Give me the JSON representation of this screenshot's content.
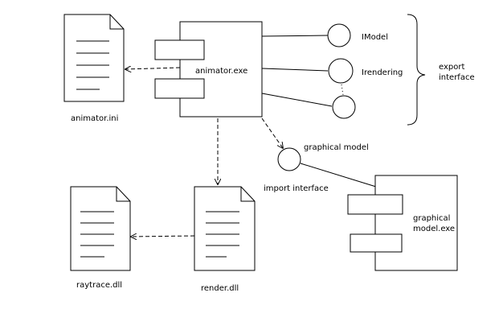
{
  "diagram": {
    "components": {
      "animator": "animator.exe",
      "graphical_model_exe": [
        "graphical",
        "model.exe"
      ]
    },
    "files": {
      "animator_ini": "animator.ini",
      "raytrace": "raytrace.dll",
      "render": "render.dll"
    },
    "interfaces": {
      "imodel": "IModel",
      "irendering": "Irendering",
      "graphical_model": "graphical model"
    },
    "labels": {
      "export_interface": [
        "export",
        "interface"
      ],
      "import_interface": "import interface"
    }
  },
  "colors": {
    "stroke": "#000000",
    "background": "#ffffff"
  }
}
